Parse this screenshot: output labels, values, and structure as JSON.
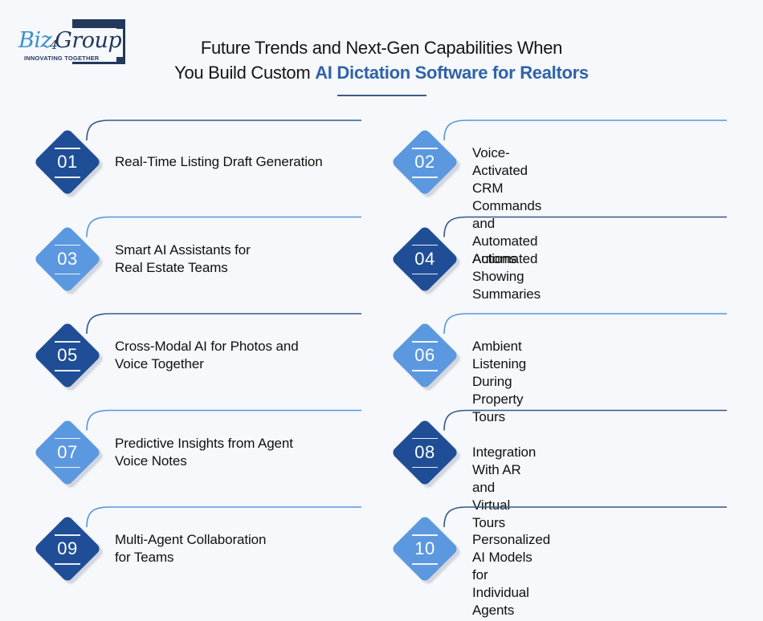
{
  "logo": {
    "wordmark_part1": "Biz",
    "wordmark_four": "4",
    "wordmark_part2": "Group",
    "tagline": "INNOVATING TOGETHER"
  },
  "header": {
    "title_line1": "Future Trends and Next-Gen Capabilities When",
    "title_line2_plain": "You Build Custom ",
    "title_line2_accent": "AI Dictation Software for Realtors"
  },
  "colors": {
    "background": "#f6f8fb",
    "dark_blue": "#1f4e96",
    "light_blue": "#5b98df",
    "accent_text": "#2f63a8",
    "dark_line": "#34588a",
    "light_line": "#5b95d8"
  },
  "items": [
    {
      "number": "01",
      "title": "Real-Time Listing Draft Generation",
      "line1": "Real-Time Listing Draft Generation",
      "line2": "",
      "diamond": "dark",
      "line": "dark"
    },
    {
      "number": "02",
      "title": "Voice-Activated CRM Commands and Automated Actions",
      "line1": "Voice-Activated CRM Commands",
      "line2": "and Automated Actions",
      "diamond": "light",
      "line": "light"
    },
    {
      "number": "03",
      "title": "Smart AI Assistants for Real Estate Teams",
      "line1": "Smart AI Assistants for",
      "line2": "Real Estate Teams",
      "diamond": "light",
      "line": "light"
    },
    {
      "number": "04",
      "title": "Automated Showing Summaries",
      "line1": "Automated Showing Summaries",
      "line2": "",
      "diamond": "dark",
      "line": "dark"
    },
    {
      "number": "05",
      "title": "Cross-Modal AI for Photos and Voice Together",
      "line1": "Cross-Modal AI for Photos and",
      "line2": "Voice Together",
      "diamond": "dark",
      "line": "dark"
    },
    {
      "number": "06",
      "title": "Ambient Listening During Property Tours",
      "line1": "Ambient Listening During Property",
      "line2": "Tours",
      "diamond": "light",
      "line": "light"
    },
    {
      "number": "07",
      "title": "Predictive Insights from Agent Voice Notes",
      "line1": "Predictive Insights from Agent",
      "line2": "Voice Notes",
      "diamond": "light",
      "line": "light"
    },
    {
      "number": "08",
      "title": "Integration With AR and Virtual Tours",
      "line1": "Integration With AR and Virtual Tours",
      "line2": "",
      "diamond": "dark",
      "line": "dark"
    },
    {
      "number": "09",
      "title": "Multi-Agent Collaboration for Teams",
      "line1": "Multi-Agent Collaboration",
      "line2": "for Teams",
      "diamond": "dark",
      "line": "light"
    },
    {
      "number": "10",
      "title": "Personalized AI Models for Individual Agents",
      "line1": "Personalized AI Models for",
      "line2": "Individual Agents",
      "diamond": "light",
      "line": "dark"
    }
  ]
}
